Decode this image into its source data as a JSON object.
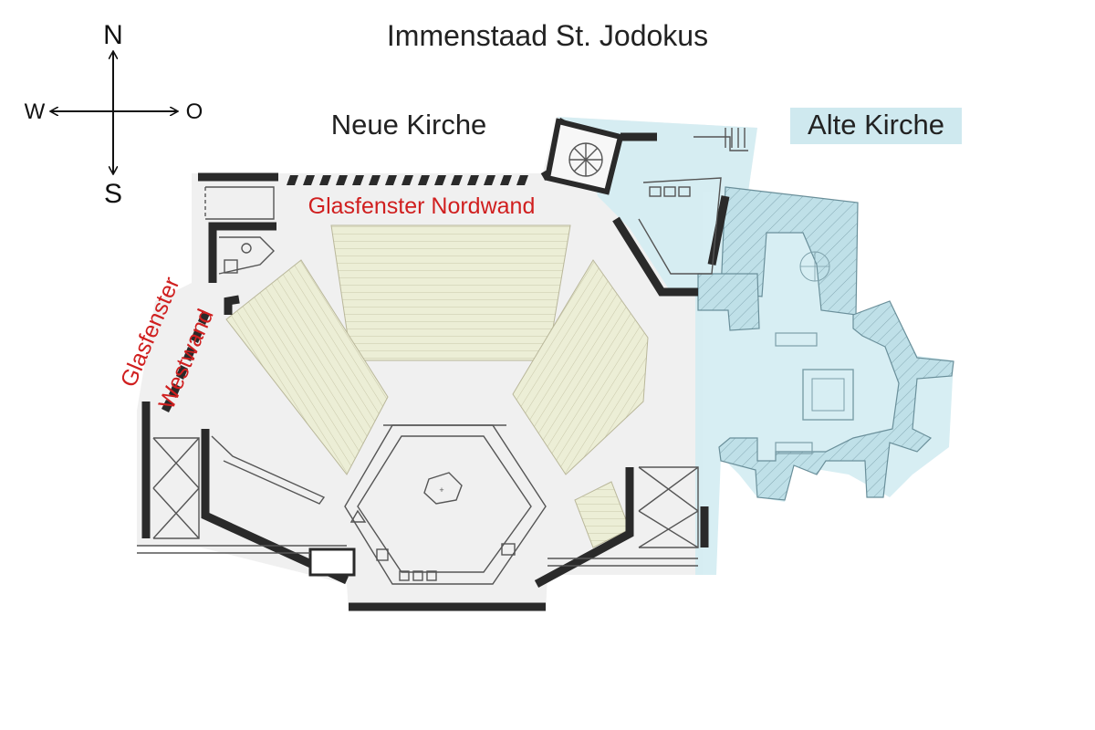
{
  "title": "Immenstaad St. Jodokus",
  "compass": {
    "north": "N",
    "south": "S",
    "west": "W",
    "east": "O"
  },
  "labels": {
    "neue_kirche": "Neue Kirche",
    "alte_kirche": "Alte Kirche",
    "glasfenster_nordwand": "Glasfenster Nordwand",
    "glasfenster_westwand_line1": "Glasfenster",
    "glasfenster_westwand_line2": "Westwand"
  },
  "colors": {
    "old_church_highlight": "#cfe9ef",
    "window_label": "#d01f1f",
    "pews": "#e9ead0",
    "walls": "#2a2a2a"
  }
}
